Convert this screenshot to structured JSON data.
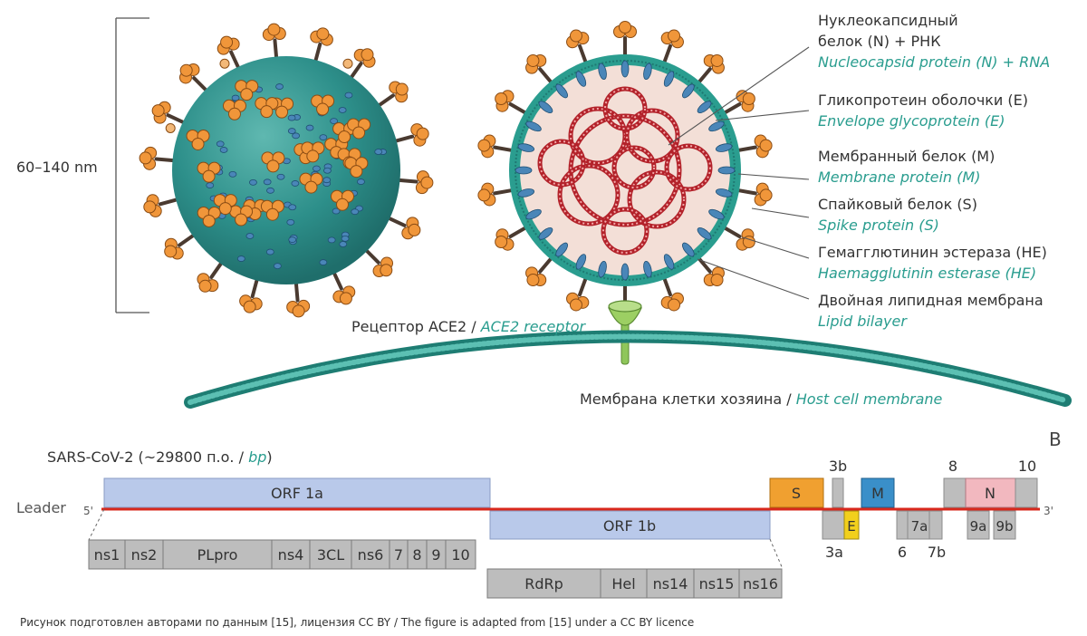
{
  "size_label": "60–140 nm",
  "labels": {
    "n_ru_1": "Нуклеокапсидный",
    "n_ru_2": "белок (N) + РНК",
    "n_en": "Nucleocapsid protein (N) + RNA",
    "e_ru": "Гликопротеин оболочки (E)",
    "e_en": "Envelope glycoprotein (E)",
    "m_ru": "Мембранный белок (M)",
    "m_en": "Membrane protein (M)",
    "s_ru": "Спайковый белок (S)",
    "s_en": "Spike protein (S)",
    "he_ru": "Гемагглютинин эстераза (HE)",
    "he_en": "Haemagglutinin esterase (HE)",
    "lipid_ru": "Двойная липидная мембрана",
    "lipid_en": "Lipid bilayer",
    "ace2_ru": "Рецептор ACE2 / ",
    "ace2_en": "ACE2 receptor",
    "host_ru": "Мембрана клетки хозяина / ",
    "host_en": "Host cell membrane"
  },
  "genome": {
    "panel_letter": "B",
    "title_ru": "SARS-CoV-2 (~29800 п.о. / ",
    "title_en": "bp",
    "title_end": ")",
    "leader": "Leader",
    "five_prime": "5'",
    "three_prime": "3'",
    "orf1a": "ORF 1a",
    "orf1b": "ORF 1b",
    "top_genes": [
      "S",
      "3b",
      "M",
      "8",
      "N",
      "10"
    ],
    "bottom_genes": [
      "3a",
      "E",
      "6",
      "7a",
      "7b",
      "9a",
      "9b"
    ],
    "nsp_1a": [
      "ns1",
      "ns2",
      "PLpro",
      "ns4",
      "3CL",
      "ns6",
      "7",
      "8",
      "9",
      "10"
    ],
    "nsp_1b": [
      "RdRp",
      "Hel",
      "ns14",
      "ns15",
      "ns16"
    ]
  },
  "colors": {
    "orf": "#b9c9ea",
    "orf_border": "#8a9cc4",
    "gray_box": "#bdbdbd",
    "gray_border": "#8c8c8c",
    "s_gene": "#f0a030",
    "m_gene": "#3a8fc9",
    "e_gene": "#f2d01c",
    "n_gene": "#f2b8bf",
    "rna_line": "#d8281c",
    "teal": "#2a9d8f"
  },
  "caption": "Рисунок подготовлен авторами по данным [15], лицензия CC BY / The figure is adapted from [15] under a CC BY licence"
}
